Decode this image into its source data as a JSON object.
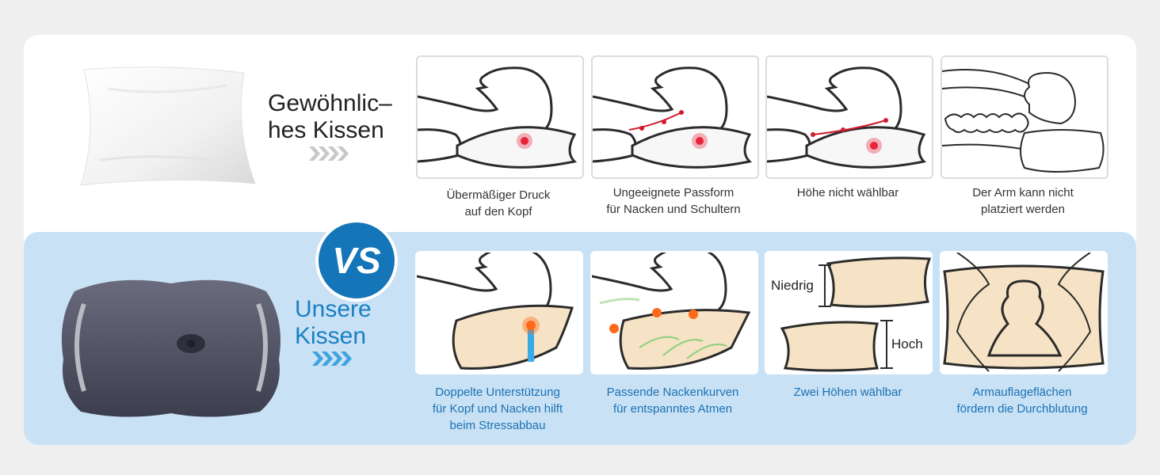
{
  "top": {
    "title_line1": "Gewöhnlic–",
    "title_line2": "hes Kissen",
    "chevron_color": "#c8c8c8",
    "captions": [
      {
        "line1": "Übermäßiger Druck",
        "line2": "auf den Kopf"
      },
      {
        "line1": "Ungeeignete Passform",
        "line2": "für Nacken und Schultern"
      },
      {
        "line1": "Höhe nicht wählbar",
        "line2": ""
      },
      {
        "line1": "Der Arm kann nicht",
        "line2": "platziert werden"
      }
    ]
  },
  "vs_badge": {
    "text": "VS"
  },
  "bottom": {
    "title_line1": "Unsere",
    "title_line2": "Kissen",
    "chevron_color": "#3fa3e0",
    "captions": [
      {
        "line1": "Doppelte Unterstützung",
        "line2": "für Kopf und Nacken hilft",
        "line3": "beim Stressabbau"
      },
      {
        "line1": "Passende Nackenkurven",
        "line2": "für entspanntes Atmen",
        "line3": ""
      },
      {
        "line1": "Zwei Höhen wählbar",
        "line2": "",
        "line3": ""
      },
      {
        "line1": "Armauflageflächen",
        "line2": "fördern die Durchblutung",
        "line3": ""
      }
    ],
    "height_labels": {
      "low": "Niedrig",
      "high": "Hoch"
    }
  },
  "colors": {
    "accent_blue": "#1475b9",
    "caption_blue": "#1a72b5",
    "band_blue": "#c9e1f4",
    "pillow_beige": "#f6e2c4",
    "pressure_red": "#e8243c",
    "heat_orange": "#ff6a1a"
  }
}
